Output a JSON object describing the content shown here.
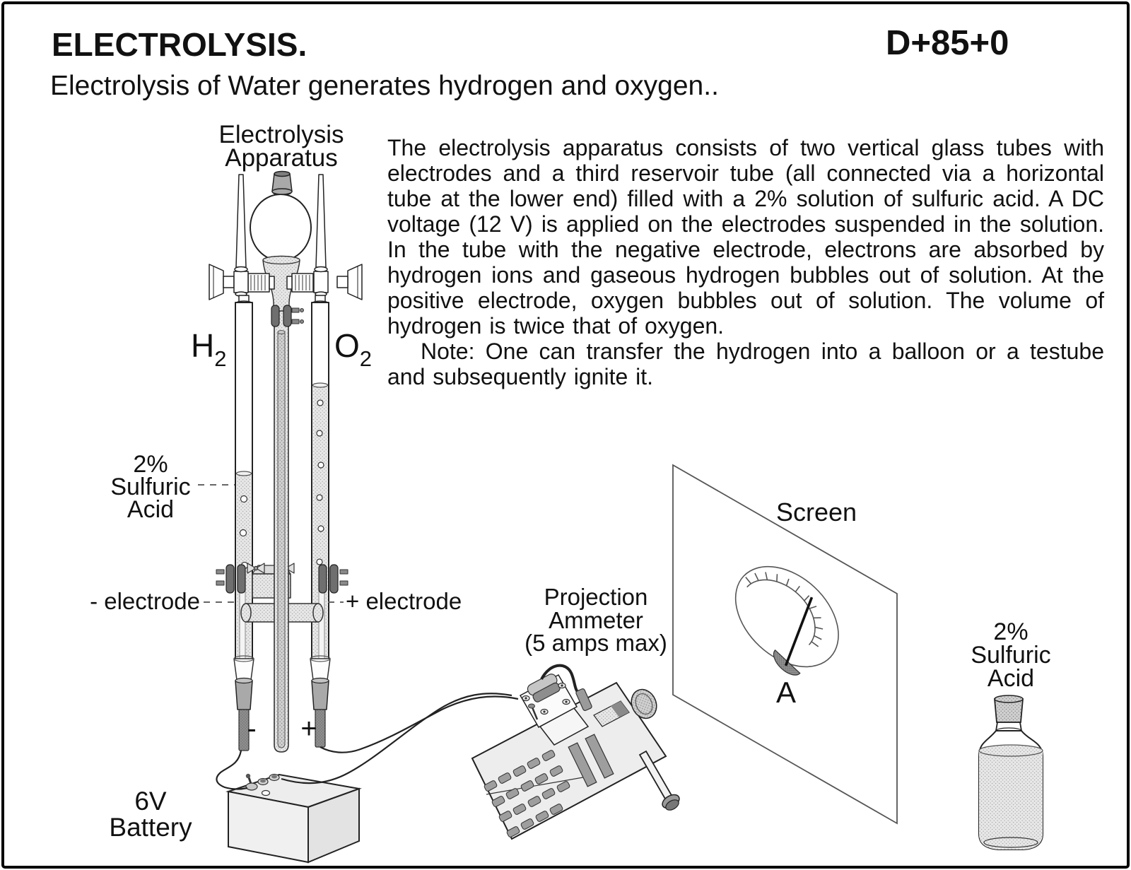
{
  "page": {
    "title": "ELECTROLYSIS.",
    "catalog_code": "D+85+0",
    "subtitle": "Electrolysis of Water generates hydrogen and oxygen.."
  },
  "description": {
    "body": "The electrolysis apparatus consists of two vertical glass tubes with electrodes and a third reservoir tube (all connected via a horizontal tube at the lower end) filled with a 2% solution of sulfuric acid. A DC voltage (12 V) is applied on the electrodes suspended in the solution. In the tube with the negative electrode, electrons are absorbed by hydrogen ions and gaseous hydrogen bubbles out of solution. At the positive electrode, oxygen bubbles out of solution. The volume of hydrogen is twice that of oxygen.",
    "note": "Note:  One can transfer the hydrogen into a balloon or a testube and subsequently ignite it."
  },
  "diagram": {
    "apparatus_label": [
      "Electrolysis",
      "Apparatus"
    ],
    "hydrogen": {
      "symbol": "H",
      "subscript": "2"
    },
    "oxygen": {
      "symbol": "O",
      "subscript": "2"
    },
    "acid_label_left": [
      "2%",
      "Sulfuric",
      "Acid"
    ],
    "negative_electrode_label": "- electrode",
    "positive_electrode_label": "+ electrode",
    "negative_terminal": "-",
    "positive_terminal": "+",
    "battery_label": [
      "6V",
      "Battery"
    ],
    "ammeter_label": [
      "Projection",
      "Ammeter",
      "(5 amps max)"
    ],
    "screen_label": "Screen",
    "meter_unit": "A",
    "acid_label_right": [
      "2%",
      "Sulfuric",
      "Acid"
    ]
  },
  "colors": {
    "ink": "#111111",
    "glass_fill": "#ffffff",
    "liquid_fill": "#e6e6e6",
    "mid_gray": "#a9a9a9",
    "dark_gray": "#6f6f6f",
    "panel_gray": "#ededed"
  }
}
